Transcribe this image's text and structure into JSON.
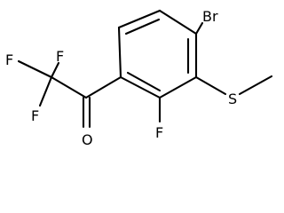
{
  "molecule": {
    "atoms": {
      "br": "Br",
      "s": "S",
      "f_ring": "F",
      "o": "O",
      "f1": "F",
      "f2": "F",
      "f3": "F"
    }
  }
}
